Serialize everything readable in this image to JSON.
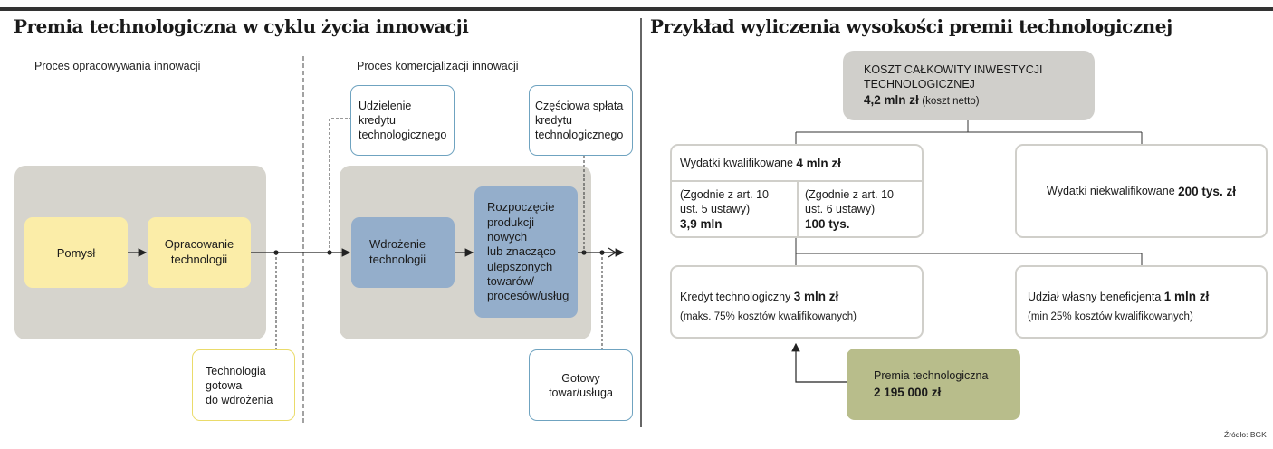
{
  "left": {
    "title": "Premia technologiczna w cyklu życia innowacji",
    "phase1_label": "Proces opracowywania innowacji",
    "phase2_label": "Proces komercjalizacji innowacji",
    "pomysl": "Pomysł",
    "opracowanie": [
      "Opracowanie",
      "technologii"
    ],
    "udzielenie": [
      "Udzielenie",
      "kredytu",
      "technologicznego"
    ],
    "splata": [
      "Częściowa spłata",
      "kredytu",
      "technologicznego"
    ],
    "wdrozenie": [
      "Wdrożenie",
      "technologii"
    ],
    "rozpoczecie": [
      "Rozpoczęcie",
      "produkcji",
      "nowych",
      "lub znacząco",
      "ulepszonych",
      "towarów/",
      "procesów/usług"
    ],
    "technologia_gotowa": [
      "Technologia",
      "gotowa",
      "do wdrożenia"
    ],
    "gotowy": [
      "Gotowy",
      "towar/usługa"
    ]
  },
  "right": {
    "title": "Przykład wyliczenia wysokości premii technologicznej",
    "koszt": {
      "line1": "KOSZT CAŁKOWITY INWESTYCJI",
      "line2": "TECHNOLOGICZNEJ",
      "amount": "4,2 mln zł",
      "note": "(koszt netto)"
    },
    "kwalifikowane": {
      "label": "Wydatki kwalifikowane",
      "amount": "4 mln zł"
    },
    "sub_a": {
      "line1": "(Zgodnie z art. 10",
      "line2": "ust. 5 ustawy)",
      "amount": "3,9 mln"
    },
    "sub_b": {
      "line1": "(Zgodnie z art. 10",
      "line2": "ust. 6 ustawy)",
      "amount": "100 tys."
    },
    "niekwalifikowane": {
      "label": "Wydatki niekwalifikowane",
      "amount": "200 tys. zł"
    },
    "kredyt": {
      "label": "Kredyt technologiczny",
      "amount": "3 mln zł",
      "note": "(maks. 75% kosztów kwalifikowanych)"
    },
    "udzial": {
      "label": "Udział własny beneficjenta",
      "amount": "1 mln zł",
      "note": "(min 25% kosztów kwalifikowanych)"
    },
    "premia": {
      "label": "Premia technologiczna",
      "amount": "2 195 000 zł"
    },
    "source": "Źródło: BGK"
  },
  "colors": {
    "grey_box": "#d6d4cd",
    "yellow_box": "#fbeda8",
    "blue_box": "#94aecb",
    "outline_blue": "#6fa3c0",
    "outline_yellow": "#eadb6a",
    "premia_box": "#b8bd8b",
    "koszt_box": "#d0cfcb"
  }
}
